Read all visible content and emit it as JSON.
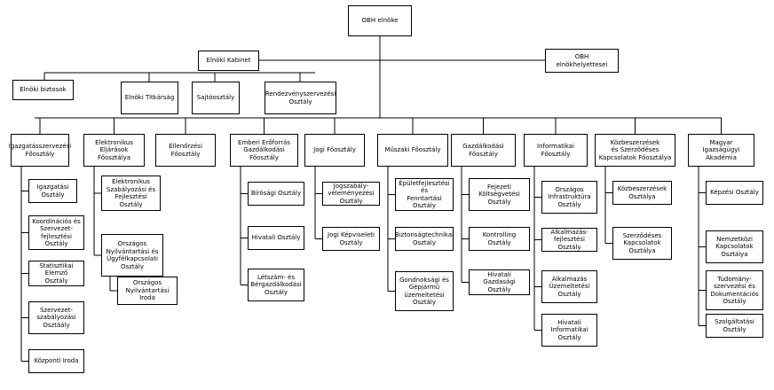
{
  "org_chart": {
    "root": "OBH elnöke",
    "cabinet": "Elnöki Kabinet",
    "deputies": "OBH\nelnökhelyettesei",
    "advisors": "Elnöki biztosok",
    "cabinet_units": [
      "Elnöki Titkárság",
      "Sajtóosztály",
      "Rendezvényszervezési\nOsztály"
    ],
    "departments": [
      {
        "title": "Igazgatásszervezési\nFőosztály",
        "units": [
          "Igazgatási Osztály",
          "Koordinációs és\nSzervezet-\nfejlesztési Osztály",
          "Statisztikai Elemző\nOsztály",
          "Szervezet-\nszabályozási\nOsztáály",
          "Központi Iroda"
        ]
      },
      {
        "title": "Elektronikus\nEljárások Főosztálya",
        "units": [
          "Elektronikus\nSzabályozási és\nFejlesztési Osztály",
          "Országos\nNyilvántartási és\nÜgyfélkapcsolati\nOsztály"
        ],
        "subunit": "Országos\nNyilvántartási Iroda"
      },
      {
        "title": "Ellenőrzési\nFőosztály",
        "units": []
      },
      {
        "title": "Emberi Erőforrás\nGazdálkodási\nFőosztály",
        "units": [
          "Bírósági Osztály",
          "Hivatali Osztály",
          "Létszám- és\nBérgazdálkodási\nOsztály"
        ]
      },
      {
        "title": "Jogi Főosztály",
        "units": [
          "Jogszabály-\nvéleményezési\nOsztály",
          "Jogi Képviseleti\nOsztály"
        ]
      },
      {
        "title": "Műszaki Főosztály",
        "units": [
          "Épületfejlesztési és\nFenntartási Osztály",
          "Biztonságtechnikai\nOsztály",
          "Gondnoksági és\nGépjármű\nüzemeltetési\nOsztály"
        ]
      },
      {
        "title": "Gazdálkodási\nFőosztály",
        "units": [
          "Fejezeti\nKöltségvetési\nOsztály",
          "Kontrolling Osztály",
          "Hivatali Gazdasági\nOsztály"
        ]
      },
      {
        "title": "Informatikai\nFőosztály",
        "units": [
          "Országos\nInfrastruktúra\nOsztály",
          "Alkalmazás-\nfejlesztési Osztály",
          "Alkalmazás\nÜzemeltetési\nOsztály",
          "Hivatali\nInformatikai\nOsztály"
        ]
      },
      {
        "title": "Közbeszerzések\nés Szerződéses\nKapcsolatok Főosztálya",
        "units": [
          "Közbeszerzések\nOsztálya",
          "Szerződéses\nKapcsolatok\nOsztálya"
        ]
      },
      {
        "title": "Magyar Igazságügyi\nAkadémia",
        "units": [
          "Képzési Osztály",
          "Nemzetközi\nKapcsolatok\nOsztálya",
          "Tudomány-\nszervezési és\nDokumentációs\nOsztály",
          "Szolgáltatási\nOsztály"
        ]
      }
    ]
  }
}
